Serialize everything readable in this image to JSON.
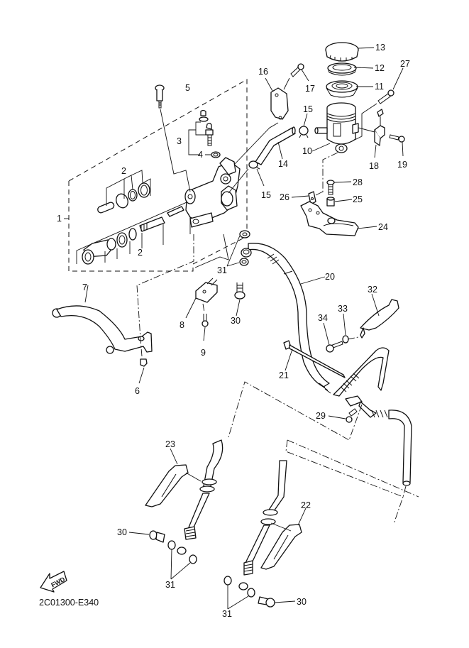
{
  "diagram": {
    "title": "Master cylinder (rear brake / clutch) exploded parts diagram",
    "figure_code": "2C01300-E340",
    "fwd_label": "FWD",
    "colors": {
      "line": "#111111",
      "background": "#ffffff"
    },
    "callouts": [
      {
        "id": "c1",
        "label": "1",
        "part": "master-cylinder-assembly"
      },
      {
        "id": "c2a",
        "label": "2",
        "part": "piston-kit-upper"
      },
      {
        "id": "c2b",
        "label": "2",
        "part": "piston-kit-lower"
      },
      {
        "id": "c3",
        "label": "3",
        "part": "bleed-screw-set"
      },
      {
        "id": "c4",
        "label": "4",
        "part": "washer"
      },
      {
        "id": "c5",
        "label": "5",
        "part": "pivot-bolt"
      },
      {
        "id": "c6",
        "label": "6",
        "part": "nut"
      },
      {
        "id": "c7",
        "label": "7",
        "part": "lever"
      },
      {
        "id": "c8",
        "label": "8",
        "part": "switch"
      },
      {
        "id": "c9",
        "label": "9",
        "part": "screw"
      },
      {
        "id": "c10",
        "label": "10",
        "part": "reservoir"
      },
      {
        "id": "c11",
        "label": "11",
        "part": "diaphragm"
      },
      {
        "id": "c12",
        "label": "12",
        "part": "plate"
      },
      {
        "id": "c13",
        "label": "13",
        "part": "reservoir-cap"
      },
      {
        "id": "c14",
        "label": "14",
        "part": "reservoir-hose"
      },
      {
        "id": "c15a",
        "label": "15",
        "part": "hose-clip-upper"
      },
      {
        "id": "c15b",
        "label": "15",
        "part": "hose-clip-lower"
      },
      {
        "id": "c16",
        "label": "16",
        "part": "holder"
      },
      {
        "id": "c17",
        "label": "17",
        "part": "holder-bolt"
      },
      {
        "id": "c18",
        "label": "18",
        "part": "reservoir-bracket"
      },
      {
        "id": "c19",
        "label": "19",
        "part": "bracket-bolt"
      },
      {
        "id": "c20",
        "label": "20",
        "part": "brake-hose-1"
      },
      {
        "id": "c21",
        "label": "21",
        "part": "cable-tie"
      },
      {
        "id": "c22",
        "label": "22",
        "part": "hose-guide-right"
      },
      {
        "id": "c23",
        "label": "23",
        "part": "hose-guide-left"
      },
      {
        "id": "c24",
        "label": "24",
        "part": "reservoir-stay"
      },
      {
        "id": "c25",
        "label": "25",
        "part": "collar"
      },
      {
        "id": "c26",
        "label": "26",
        "part": "damper-plate"
      },
      {
        "id": "c27",
        "label": "27",
        "part": "stay-bolt"
      },
      {
        "id": "c28",
        "label": "28",
        "part": "stay-screw"
      },
      {
        "id": "c29",
        "label": "29",
        "part": "joint-bolt"
      },
      {
        "id": "c30a",
        "label": "30",
        "part": "union-bolt-top"
      },
      {
        "id": "c30b",
        "label": "30",
        "part": "union-bolt-left"
      },
      {
        "id": "c30c",
        "label": "30",
        "part": "union-bolt-right"
      },
      {
        "id": "c31a",
        "label": "31",
        "part": "copper-washers-top"
      },
      {
        "id": "c31b",
        "label": "31",
        "part": "copper-washers-left"
      },
      {
        "id": "c31c",
        "label": "31",
        "part": "copper-washers-right"
      },
      {
        "id": "c32",
        "label": "32",
        "part": "hose-holder"
      },
      {
        "id": "c33",
        "label": "33",
        "part": "holder-washer"
      },
      {
        "id": "c34",
        "label": "34",
        "part": "holder-bolt-34"
      }
    ]
  }
}
